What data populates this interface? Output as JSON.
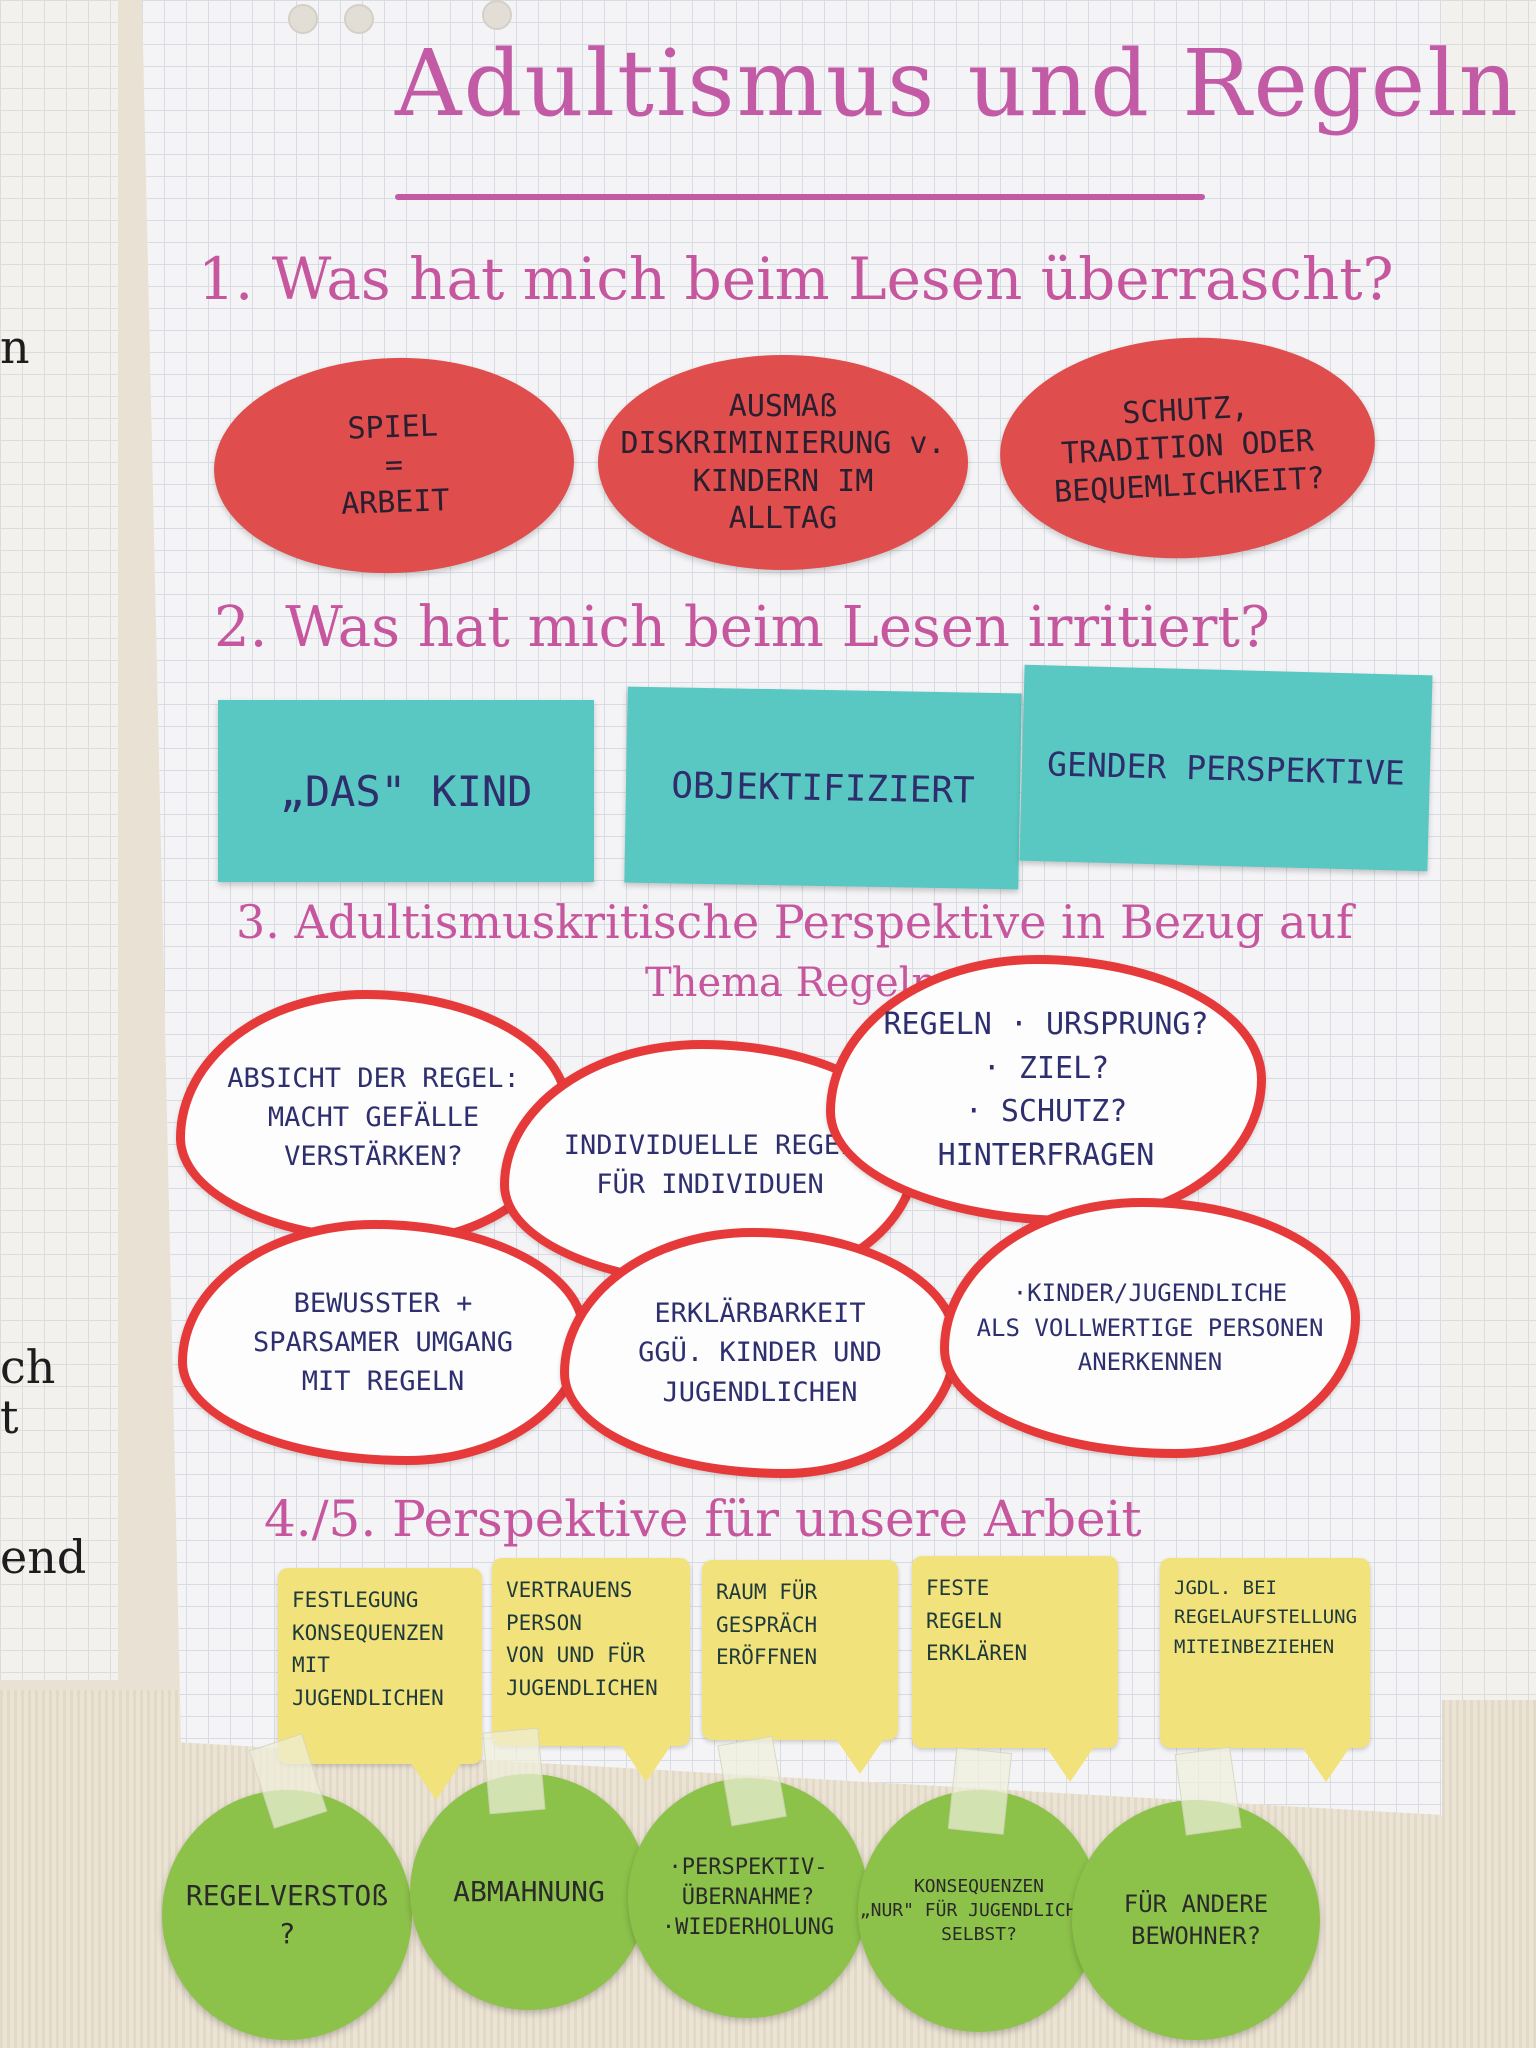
{
  "title": "Adultismus und Regeln",
  "sections": {
    "q1": "1. Was hat mich beim Lesen überrascht?",
    "q2": "2. Was hat mich beim Lesen irritiert?",
    "q3": "3. Adultismuskritische Perspektive in Bezug auf",
    "q3_sub": "Thema Regeln",
    "q45": "4./5. Perspektive für unsere Arbeit"
  },
  "red_ovals": [
    "SPIEL\n=\nARBEIT",
    "AUSMAß\nDISKRIMINIERUNG v.\nKINDERN IM\nALLTAG",
    "SCHUTZ,\nTRADITION ODER\nBEQUEMLICHKEIT?"
  ],
  "teal_notes": [
    "„DAS\" KIND",
    "OBJEKTIFIZIERT",
    "GENDER PERSPEKTIVE"
  ],
  "clouds": [
    "ABSICHT DER REGEL:\nMACHT GEFÄLLE\nVERSTÄRKEN?",
    "INDIVIDUELLE REGEL\nFÜR INDIVIDUEN",
    "REGELN · URSPRUNG?\n· ZIEL?\n· SCHUTZ?\nHINTERFRAGEN",
    "BEWUSSTER +\nSPARSAMER UMGANG\nMIT REGELN",
    "ERKLÄRBARKEIT\nGGÜ. KINDER UND\nJUGENDLICHEN",
    "·KINDER/JUGENDLICHE\nALS VOLLWERTIGE PERSONEN\nANERKENNEN"
  ],
  "yellow_notes": [
    "FESTLEGUNG\nKONSEQUENZEN\nMIT JUGENDLICHEN",
    "VERTRAUENS\nPERSON\nVON UND FÜR\nJUGENDLICHEN",
    "RAUM FÜR\nGESPRÄCH\nERÖFFNEN",
    "FESTE\nREGELN\nERKLÄREN",
    "JGDL. BEI\nREGELAUFSTELLUNG\nMITEINBEZIEHEN"
  ],
  "green_circles": [
    "REGELVERSTOß\n?",
    "ABMAHNUNG",
    "·PERSPEKTIV-\nÜBERNAHME?\n·WIEDERHOLUNG",
    "KONSEQUENZEN\n„NUR\" FÜR JUGENDLICHEN\nSELBST?",
    "FÜR ANDERE\nBEWOHNER?"
  ],
  "side_left_text": [
    "n",
    "ch",
    "t",
    "end"
  ],
  "colors": {
    "heading": "#c6569e",
    "oval": "#df4d4d",
    "teal": "#59c8c2",
    "cloud_border": "#e63a3a",
    "yellow": "#f2e27b",
    "green": "#8dc24a"
  }
}
